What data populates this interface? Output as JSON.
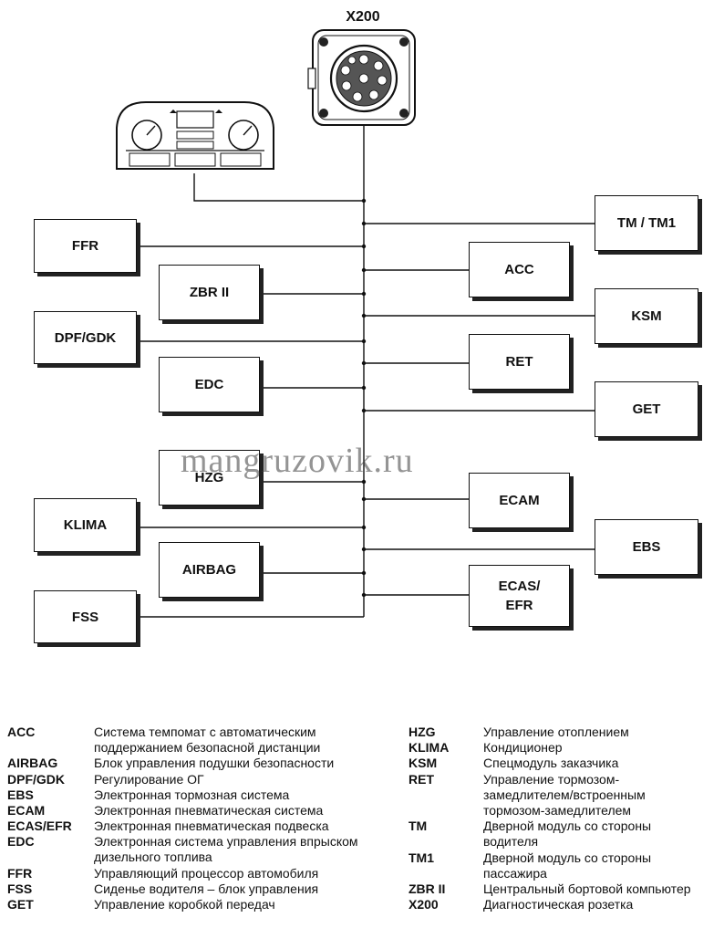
{
  "connector_label": "X200",
  "watermark": "mangruzovik.ru",
  "blocks": {
    "tm": "TM / TM1",
    "ffr": "FFR",
    "acc": "ACC",
    "zbr": "ZBR II",
    "ksm": "KSM",
    "dpf": "DPF/GDK",
    "ret": "RET",
    "edc": "EDC",
    "get": "GET",
    "hzg": "HZG",
    "ecam": "ECAM",
    "klima": "KLIMA",
    "ebs": "EBS",
    "airbag": "AIRBAG",
    "ecas": "ECAS/\nEFR",
    "fss": "FSS"
  },
  "legend_left": [
    {
      "abbr": "ACC",
      "desc": "Система темпомат с автоматическим\nподдержанием безопасной дистанции"
    },
    {
      "abbr": "AIRBAG",
      "desc": "Блок управления подушки безопасности"
    },
    {
      "abbr": "DPF/GDK",
      "desc": "Регулирование ОГ"
    },
    {
      "abbr": "EBS",
      "desc": "Электронная тормозная система"
    },
    {
      "abbr": "ECAM",
      "desc": "Электронная пневматическая система"
    },
    {
      "abbr": "ECAS/EFR",
      "desc": "Электронная пневматическая подвеска"
    },
    {
      "abbr": "EDC",
      "desc": "Электронная система управления впрыском\nдизельного топлива"
    },
    {
      "abbr": "FFR",
      "desc": "Управляющий процессор автомобиля"
    },
    {
      "abbr": "FSS",
      "desc": "Сиденье водителя – блок управления"
    },
    {
      "abbr": "GET",
      "desc": "Управление коробкой передач"
    }
  ],
  "legend_right": [
    {
      "abbr": "HZG",
      "desc": "Управление отоплением"
    },
    {
      "abbr": "KLIMA",
      "desc": "Кондиционер"
    },
    {
      "abbr": "KSM",
      "desc": "Спецмодуль заказчика"
    },
    {
      "abbr": "RET",
      "desc": "Управление тормозом-\nзамедлителем/встроенным\nтормозом-замедлителем"
    },
    {
      "abbr": "TM",
      "desc": "Дверной модуль со стороны\nводителя"
    },
    {
      "abbr": "TM1",
      "desc": "Дверной модуль со стороны\nпассажира"
    },
    {
      "abbr": "ZBR II",
      "desc": "Центральный бортовой компьютер"
    },
    {
      "abbr": "X200",
      "desc": "Диагностическая розетка"
    }
  ]
}
